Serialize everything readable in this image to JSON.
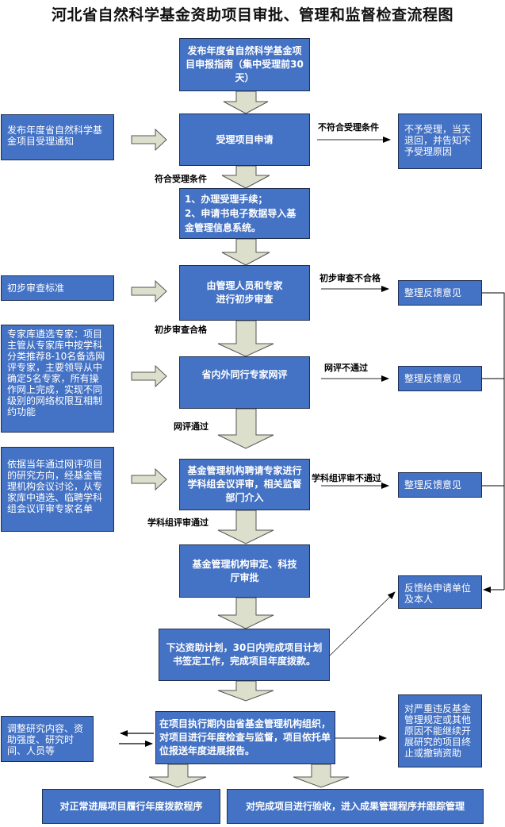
{
  "title": "河北省自然科学基金资助项目审批、管理和监督检查流程图",
  "colors": {
    "box_fill": "#4472c4",
    "box_border": "#1f2f4f",
    "arrow_fill": "#dcdfcb",
    "arrow_border": "#555555",
    "line": "#000000"
  },
  "main_steps": [
    {
      "id": "publish-guide",
      "text": "发布年度省自然科学基金项目申报指南（集中受理前30天）"
    },
    {
      "id": "accept-application",
      "text": "受理项目申请"
    },
    {
      "id": "procedures",
      "text": "1、办理受理手续；\n2、申请书电子数据导入基金管理信息系统。"
    },
    {
      "id": "preliminary-review",
      "text": "由管理人员和专家进行初步审查"
    },
    {
      "id": "peer-review",
      "text": "省内外同行专家网评"
    },
    {
      "id": "panel-review",
      "text": "基金管理机构聘请专家进行学科组会议评审，相关监督部门介入"
    },
    {
      "id": "approval",
      "text": "基金管理机构审定、科技厅审批"
    },
    {
      "id": "funding-plan",
      "text": "下达资助计划，30日内完成项目计划书签定工作，完成项目年度拨款。"
    },
    {
      "id": "annual-inspection",
      "text": "在项目执行期内由省基金管理机构组织，对项目进行年度检查与监督，项目依托单位报送年度进展报告。"
    },
    {
      "id": "annual-funding",
      "text": "对正常进展项目履行年度拨款程序"
    },
    {
      "id": "acceptance",
      "text": "对完成项目进行验收，进入成果管理程序并跟踪管理"
    }
  ],
  "left_inputs": [
    {
      "id": "notice",
      "text": "发布年度省自然科学基金项目受理通知"
    },
    {
      "id": "criteria",
      "text": "初步审查标准"
    },
    {
      "id": "expert-selection",
      "text": "专家库遴选专家：项目主管从专家库中按学科分类推荐8-10名备选网评专家，主要领导从中确定5名专家，所有操作网上完成，实现不同级别的网络权限互相制约功能"
    },
    {
      "id": "panel-selection",
      "text": "依据当年通过网评项目的研究方向，经基金管理机构会议讨论，从专家库中遴选、临聘学科组会议评审专家名单"
    },
    {
      "id": "adjust",
      "text": "调整研究内容、资助强度、研究时间、人员等"
    }
  ],
  "right_outcomes": [
    {
      "id": "reject",
      "text": "不予受理，当天退回，并告知不予受理原因"
    },
    {
      "id": "feedback-1",
      "text": "整理反馈意见"
    },
    {
      "id": "feedback-2",
      "text": "整理反馈意见"
    },
    {
      "id": "feedback-3",
      "text": "整理反馈意见"
    },
    {
      "id": "notify-applicant",
      "text": "反馈给申请单位及本人"
    },
    {
      "id": "terminate",
      "text": "对严重违反基金管理规定或其他原因不能继续开展研究的项目终止或撤销资助"
    }
  ],
  "conditions": {
    "not_eligible": "不符合受理条件",
    "eligible": "符合受理条件",
    "prelim_fail": "初步审查不合格",
    "prelim_pass": "初步审查合格",
    "peer_fail": "网评不通过",
    "peer_pass": "网评通过",
    "panel_fail": "学科组评审不通过",
    "panel_pass": "学科组评审通过"
  }
}
